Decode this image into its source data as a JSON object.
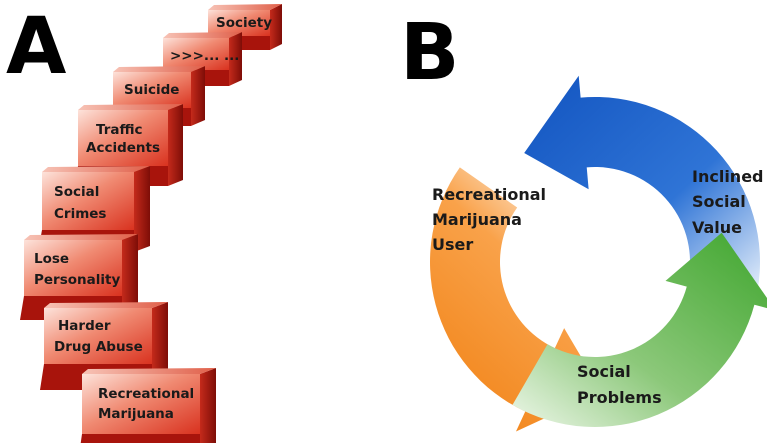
{
  "panels": {
    "a": {
      "letter": "A"
    },
    "b": {
      "letter": "B"
    }
  },
  "dominoes": [
    {
      "lines": [
        "Society"
      ]
    },
    {
      "lines": [
        ">>>... ..."
      ]
    },
    {
      "lines": [
        "Suicide"
      ]
    },
    {
      "lines": [
        "Traffic",
        "Accidents"
      ]
    },
    {
      "lines": [
        "Social",
        "Crimes"
      ]
    },
    {
      "lines": [
        "Lose",
        "Personality"
      ]
    },
    {
      "lines": [
        "Harder",
        "Drug Abuse"
      ]
    },
    {
      "lines": [
        "Recreational",
        "Marijuana"
      ]
    }
  ],
  "cycle": {
    "nodes": [
      {
        "lines": [
          "Recreational",
          "Marijuana",
          "User"
        ],
        "color": "#f7941d"
      },
      {
        "lines": [
          "Inclined",
          "Social",
          "Value"
        ],
        "color": "#1f66c9"
      },
      {
        "lines": [
          "Social",
          "Problems"
        ],
        "color": "#4caf3a"
      }
    ]
  },
  "colors": {
    "domino_front": "#e8533a",
    "domino_side": "#a8140c",
    "domino_highlight": "#fbd6cc"
  }
}
